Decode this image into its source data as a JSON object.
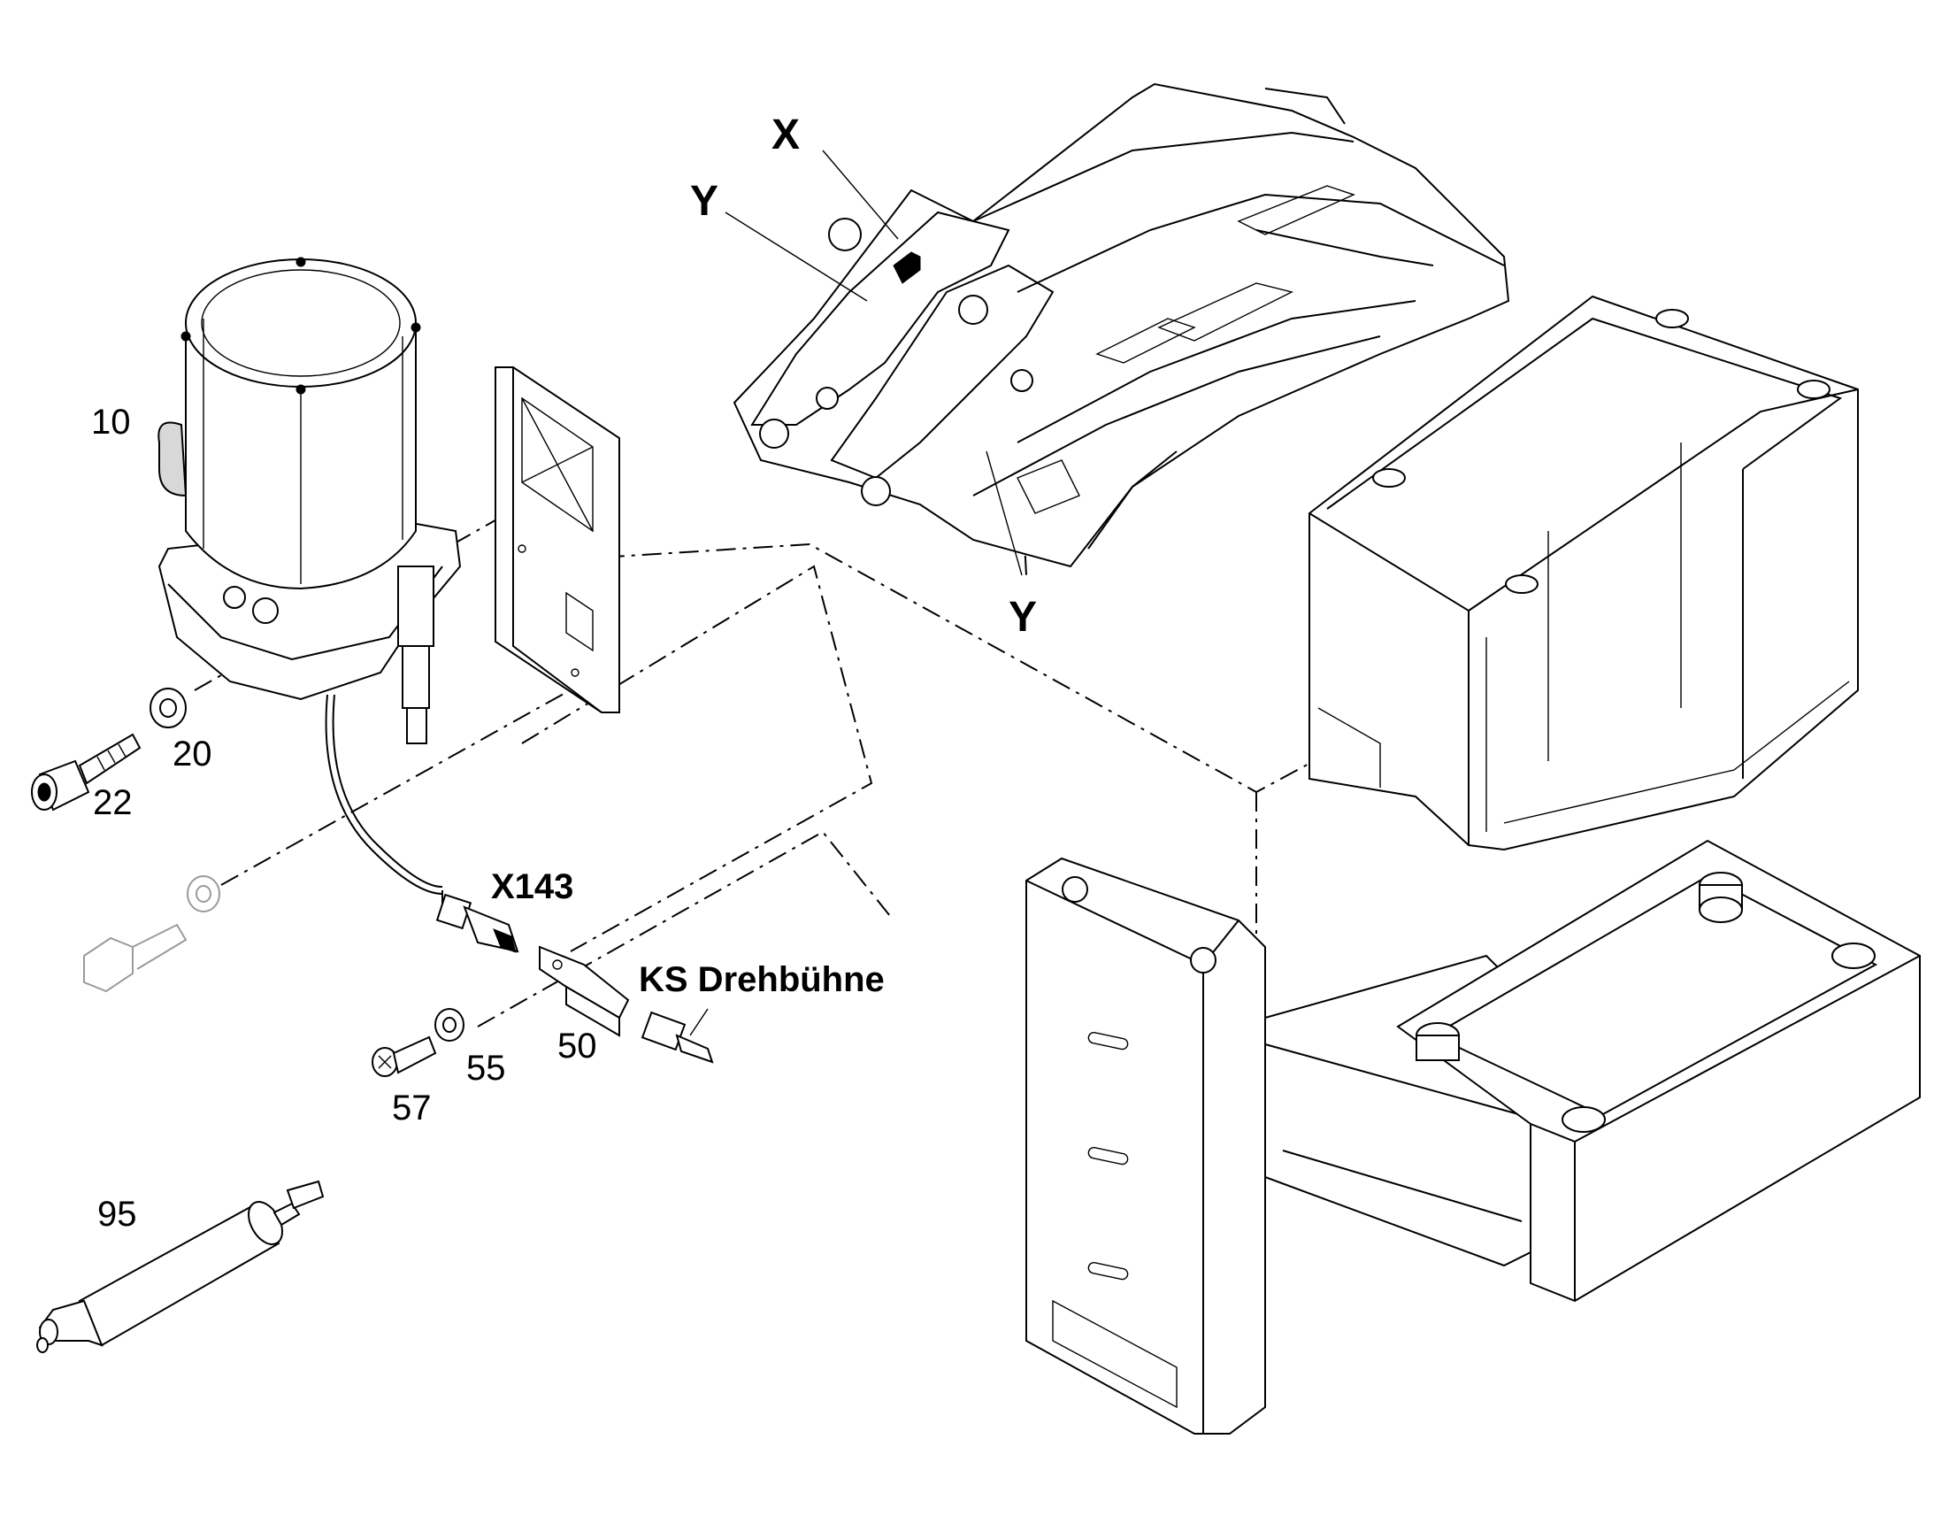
{
  "callouts": {
    "part_10": "10",
    "part_20": "20",
    "part_22": "22",
    "part_50": "50",
    "part_55": "55",
    "part_57": "57",
    "part_95": "95",
    "connector": "X143",
    "switch": "KS Drehbühne",
    "detail_x": "X",
    "detail_y_top": "Y",
    "detail_y_bottom": "Y"
  }
}
